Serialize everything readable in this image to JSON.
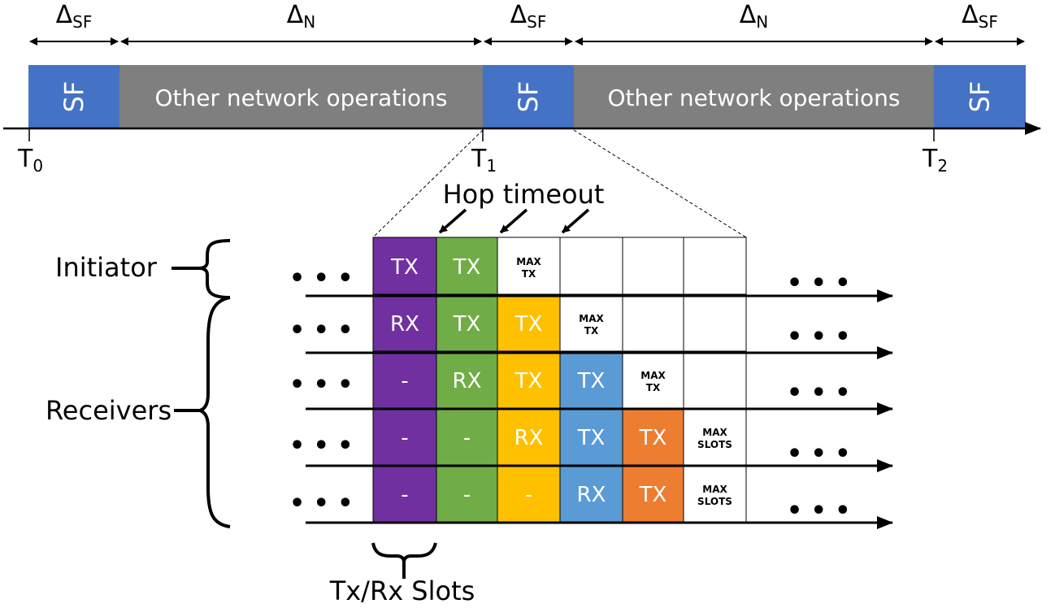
{
  "timeline": {
    "segments": [
      {
        "label": "SF",
        "kind": "sf"
      },
      {
        "label": "Other network operations",
        "kind": "other"
      },
      {
        "label": "SF",
        "kind": "sf"
      },
      {
        "label": "Other network operations",
        "kind": "other"
      },
      {
        "label": "SF",
        "kind": "sf"
      }
    ],
    "intervals": [
      {
        "symbol": "Δ",
        "sub": "SF"
      },
      {
        "symbol": "Δ",
        "sub": "N"
      },
      {
        "symbol": "Δ",
        "sub": "SF"
      },
      {
        "symbol": "Δ",
        "sub": "N"
      },
      {
        "symbol": "Δ",
        "sub": "SF"
      }
    ],
    "ticks": [
      {
        "main": "T",
        "sub": "0"
      },
      {
        "main": "T",
        "sub": "1"
      },
      {
        "main": "T",
        "sub": "2"
      }
    ]
  },
  "hop_timeout_label": "Hop timeout",
  "roles": {
    "initiator": "Initiator",
    "receivers": "Receivers"
  },
  "ellipsis": "• • •",
  "slots_label": "Tx/Rx Slots",
  "grid": {
    "rows": [
      [
        "TX",
        "TX",
        "MAX\nTX",
        "",
        "",
        ""
      ],
      [
        "RX",
        "TX",
        "TX",
        "MAX\nTX",
        "",
        ""
      ],
      [
        "-",
        "RX",
        "TX",
        "TX",
        "MAX\nTX",
        ""
      ],
      [
        "-",
        "-",
        "RX",
        "TX",
        "TX",
        "MAX\nSLOTS"
      ],
      [
        "-",
        "-",
        "-",
        "RX",
        "TX",
        "MAX\nSLOTS"
      ]
    ],
    "column_colors": [
      "#7030A0",
      "#70AD47",
      "#FFC000",
      "#5B9BD5",
      "#ED7D31",
      "#FFFFFF"
    ]
  },
  "colors": {
    "sf_block": "#4472C4",
    "other_block": "#7F7F7F",
    "empty_cell": "#FFFFFF",
    "line": "#000000"
  }
}
